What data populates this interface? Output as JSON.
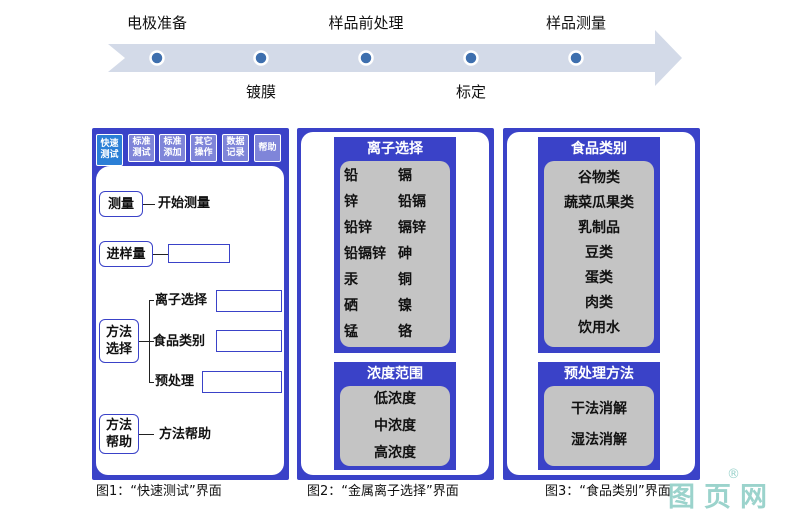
{
  "workflow": {
    "steps_top": [
      "电极准备",
      "样品前处理",
      "样品测量"
    ],
    "steps_bottom": [
      "镀膜",
      "标定"
    ]
  },
  "panel1": {
    "tabs": [
      {
        "label": "快速\n测试",
        "active": true
      },
      {
        "label": "标准\n测试",
        "active": false
      },
      {
        "label": "标准\n添加",
        "active": false
      },
      {
        "label": "其它\n操作",
        "active": false
      },
      {
        "label": "数据\n记录",
        "active": false
      },
      {
        "label": "帮助",
        "active": false
      }
    ],
    "measure_box": "测量",
    "start_measure": "开始测量",
    "sample_amount": "进样量",
    "method_select": "方法\n选择",
    "ion_select": "离子选择",
    "food_category": "食品类别",
    "pretreatment": "预处理",
    "method_help_box": "方法\n帮助",
    "method_help": "方法帮助"
  },
  "panel2": {
    "ion_title": "离子选择",
    "ions": [
      [
        "铅",
        "镉"
      ],
      [
        "锌",
        "铅镉"
      ],
      [
        "铅锌",
        "镉锌"
      ],
      [
        "铅镉锌",
        "砷"
      ],
      [
        "汞",
        "铜"
      ],
      [
        "硒",
        "镍"
      ],
      [
        "锰",
        "铬"
      ]
    ],
    "conc_title": "浓度范围",
    "concentrations": [
      "低浓度",
      "中浓度",
      "高浓度"
    ]
  },
  "panel3": {
    "food_title": "食品类别",
    "foods": [
      "谷物类",
      "蔬菜瓜果类",
      "乳制品",
      "豆类",
      "蛋类",
      "肉类",
      "饮用水"
    ],
    "pre_title": "预处理方法",
    "methods": [
      "干法消解",
      "湿法消解"
    ]
  },
  "captions": [
    "图1：“快速测试”界面",
    "图2：“金属离子选择”界面",
    "图3：“食品类别”界面"
  ],
  "watermark": {
    "chars": [
      "图",
      "页",
      "网"
    ],
    "reg": "®"
  },
  "colors": {
    "accent": "#3a42c8",
    "tab": "#7f85d9",
    "tab_active": "#2b7fd6",
    "arrow": "#d3dae8",
    "dot": "#3e6fae"
  }
}
